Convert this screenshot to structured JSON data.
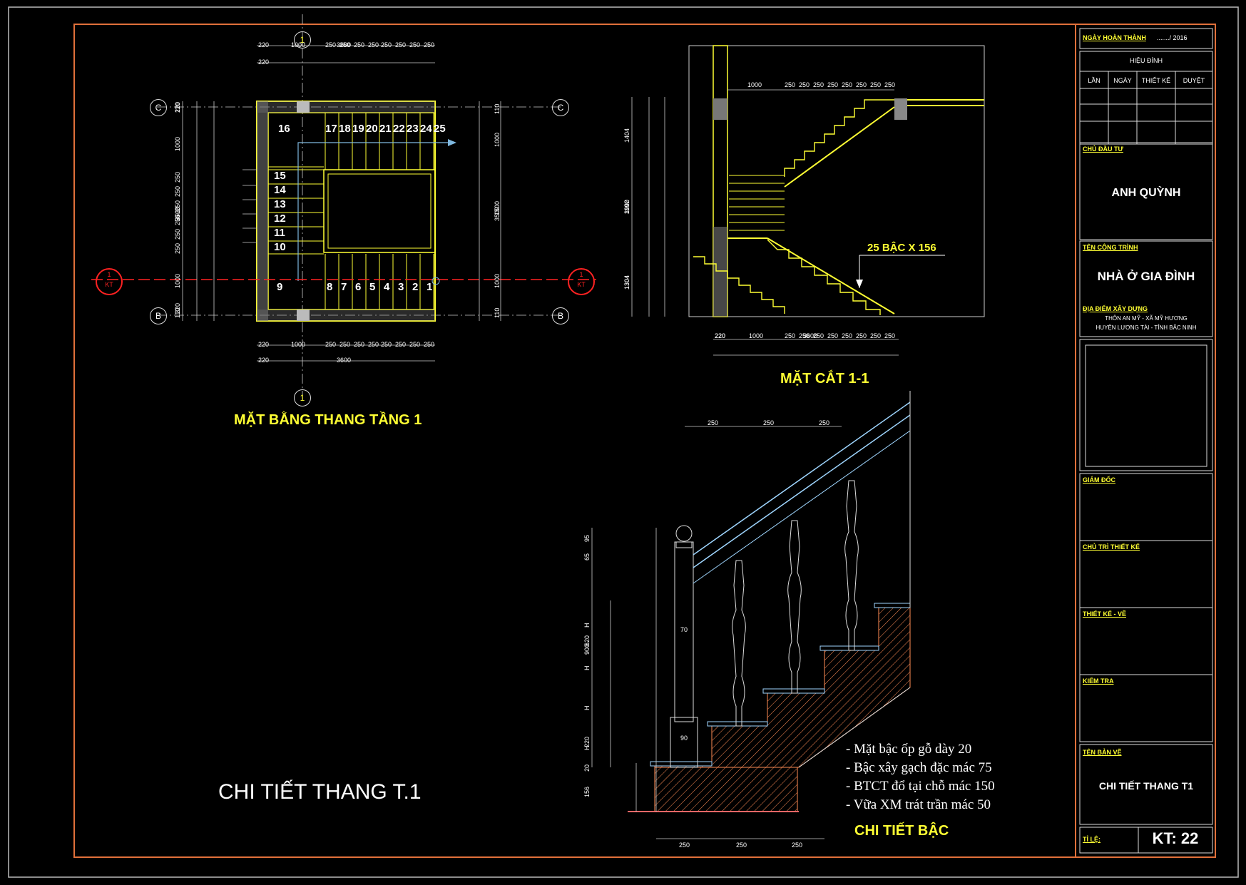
{
  "drawings": {
    "plan": {
      "title": "MẶT BẰNG THANG TẦNG 1",
      "steps_top": [
        "17",
        "18",
        "19",
        "20",
        "21",
        "22",
        "23",
        "24",
        "25"
      ],
      "steps_left": [
        "15",
        "14",
        "13",
        "12",
        "11",
        "10"
      ],
      "steps_bottom": [
        "8",
        "7",
        "6",
        "5",
        "4",
        "3",
        "2",
        "1"
      ],
      "landing_top": "16",
      "landing_bottom": "9",
      "axes": {
        "col": "1",
        "row_top": "C",
        "row_bottom": "B"
      },
      "section_marker": {
        "number": "1",
        "sheet": "KT"
      },
      "dims_top": [
        "3600",
        "220",
        "1000",
        "250",
        "250",
        "250",
        "250",
        "250",
        "250",
        "250",
        "250"
      ],
      "dims_bottom": [
        "220",
        "1000",
        "250",
        "250",
        "250",
        "250",
        "250",
        "250",
        "250",
        "250",
        "220",
        "3600"
      ],
      "dims_left": [
        "3720",
        "2500",
        "1000",
        "250",
        "250",
        "250",
        "250",
        "250",
        "250",
        "1000",
        "220",
        "110",
        "110",
        "220"
      ],
      "dims_right": [
        "3500",
        "1500",
        "1000",
        "1000",
        "110",
        "110"
      ]
    },
    "section": {
      "title": "MẶT CẮT 1-1",
      "callout": "25 BẬC X 156",
      "dims_top": [
        "1000",
        "250",
        "250",
        "250",
        "250",
        "250",
        "250",
        "250",
        "250"
      ],
      "dims_bottom": [
        "220",
        "1000",
        "250",
        "250",
        "250",
        "250",
        "250",
        "250",
        "250",
        "250",
        "3600",
        "220"
      ],
      "dims_left": [
        "3900",
        "1404",
        "1192",
        "1304",
        "1304"
      ]
    },
    "step_detail": {
      "title": "CHI TIẾT BẬC",
      "notes": [
        "- Mặt bậc ốp gỗ dày 20",
        "- Bậc xây gạch đặc mác 75",
        "- BTCT đổ tại chỗ mác 150",
        "- Vữa XM trát trần mác 50"
      ],
      "dims_top": [
        "250",
        "250",
        "250"
      ],
      "dims_bottom": [
        "250",
        "250",
        "250"
      ],
      "dims_left": [
        "900",
        "H",
        "H",
        "H",
        "H",
        "95",
        "65",
        "620",
        "220",
        "156",
        "20"
      ],
      "post_labels": [
        "70",
        "90"
      ]
    },
    "sheet_title": "CHI TIẾT THANG T.1"
  },
  "title_block": {
    "completion_label": "NGÀY HOÀN THÀNH",
    "completion_value": "......./ 2016",
    "revision_header": "HIỆU ĐÍNH",
    "revision_cols": [
      "LẦN",
      "NGÀY",
      "THIẾT KẾ",
      "DUYỆT"
    ],
    "owner_label": "CHỦ ĐẦU TƯ",
    "owner": "ANH QUỲNH",
    "project_label": "TÊN CÔNG TRÌNH",
    "project": "NHÀ Ở GIA ĐÌNH",
    "location_label": "ĐỊA ĐIỂM XÂY DỰNG",
    "location_line1": "THÔN AN MỸ - XÃ MỸ HƯƠNG",
    "location_line2": "HUYỆN LƯƠNG TÀI - TỈNH BẮC NINH",
    "director_label": "GIÁM ĐỐC",
    "chief_designer_label": "CHỦ TRÌ THIẾT KẾ",
    "designer_label": "THIẾT KẾ - VẼ",
    "checker_label": "KIỂM TRA",
    "drawing_name_label": "TÊN BẢN VẼ",
    "drawing_name": "CHI TIẾT THANG T1",
    "scale_label": "TỈ LỆ:",
    "sheet_no": "KT: 22"
  },
  "colors": {
    "background": "#000000",
    "frame": "#e0703a",
    "walls": "#ffff33",
    "dimensions": "#ffffff",
    "section_line": "#ff2222",
    "railing": "#9fd6ff",
    "hatch": "#ff8c55"
  }
}
